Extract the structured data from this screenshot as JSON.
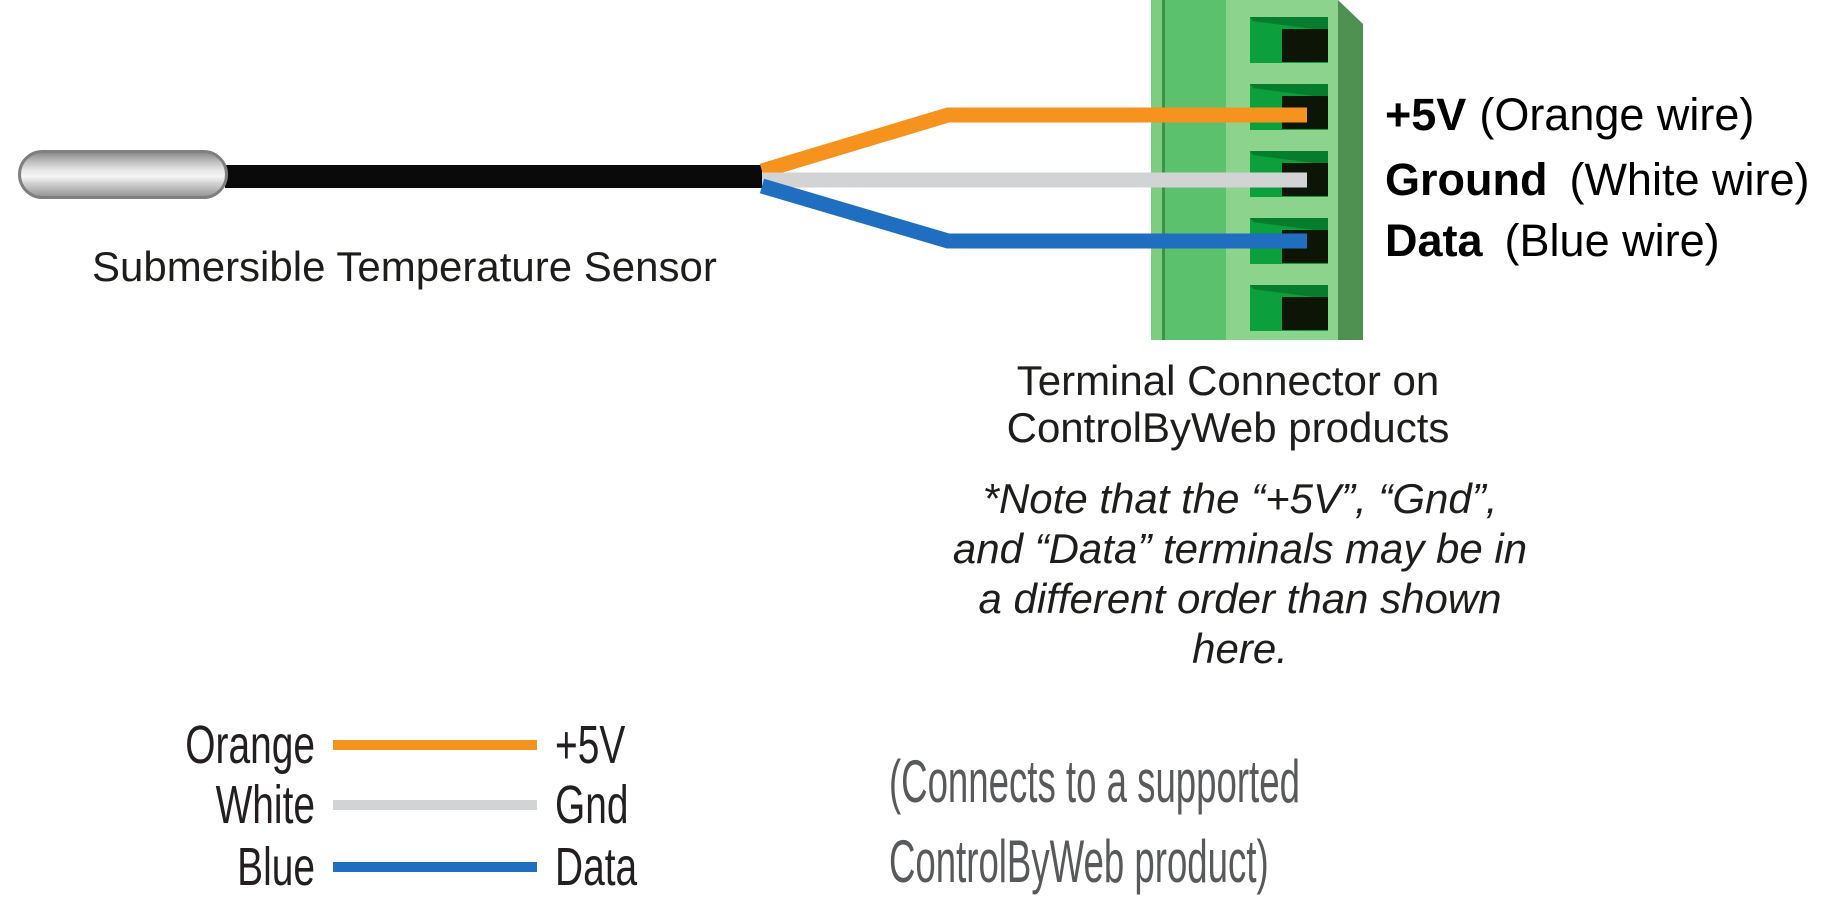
{
  "sensor": {
    "label": "Submersible Temperature Sensor"
  },
  "connector": {
    "caption": [
      "Terminal Connector on",
      "ControlByWeb products"
    ],
    "slot_count": 5
  },
  "pins": [
    {
      "name": "+5V",
      "wire": "(Orange wire)"
    },
    {
      "name": "Ground",
      "wire": "(White wire)"
    },
    {
      "name": "Data",
      "wire": "(Blue wire)"
    }
  ],
  "note": {
    "lines": [
      "*Note that the “+5V”, “Gnd”,",
      "and “Data” terminals may be in",
      "a different order than shown here."
    ]
  },
  "legend": {
    "rows": [
      {
        "color_name": "Orange",
        "signal": "+5V",
        "hex": "#f6921e"
      },
      {
        "color_name": "White",
        "signal": "Gnd",
        "hex": "#d1d3d4"
      },
      {
        "color_name": "Blue",
        "signal": "Data",
        "hex": "#1f6ec0"
      }
    ]
  },
  "footer": {
    "lines": [
      "(Connects to a supported",
      "ControlByWeb product)"
    ]
  },
  "colors": {
    "wire_orange": "#f6921e",
    "wire_white": "#d1d3d4",
    "wire_blue": "#1f6ec0",
    "cable_black": "#0a0a0a",
    "connector_body_green": "#8cd48e",
    "connector_side_green": "#4e9150",
    "slot_green": "#0ca03c",
    "footer_gray": "#58595b"
  }
}
